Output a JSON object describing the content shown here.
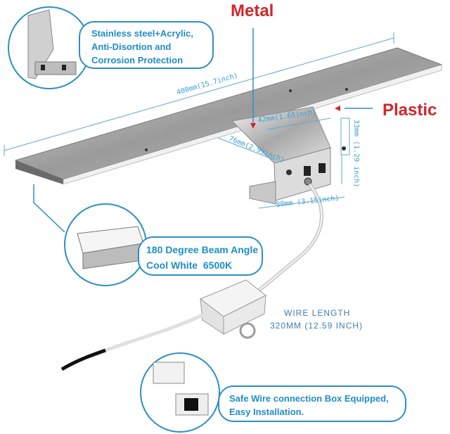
{
  "labels": {
    "metal": "Metal",
    "plastic": "Plastic"
  },
  "callouts": {
    "material": [
      "Stainless steel+Acrylic,",
      "Anti-Disortion and",
      "Corrosion Protection"
    ],
    "beam_line1": "180 Degree Beam Angle",
    "beam_line2_a": "Cool White",
    "beam_line2_b": "6500K",
    "box": [
      "Safe Wire connection Box Equipped,",
      "Easy Installation."
    ]
  },
  "dimensions": {
    "length": "400mm(15.7inch)",
    "width": "42mm(1.65inch)",
    "depth": "76mm(2.99inch)",
    "height": "33mm (1.29 inch)",
    "base": "80mm (3.15inch)"
  },
  "wire": {
    "title": "WIRE LENGTH",
    "value": "320MM (12.59 INCH)"
  },
  "colors": {
    "accent_blue": "#2c8fc4",
    "label_red": "#d3262a"
  }
}
